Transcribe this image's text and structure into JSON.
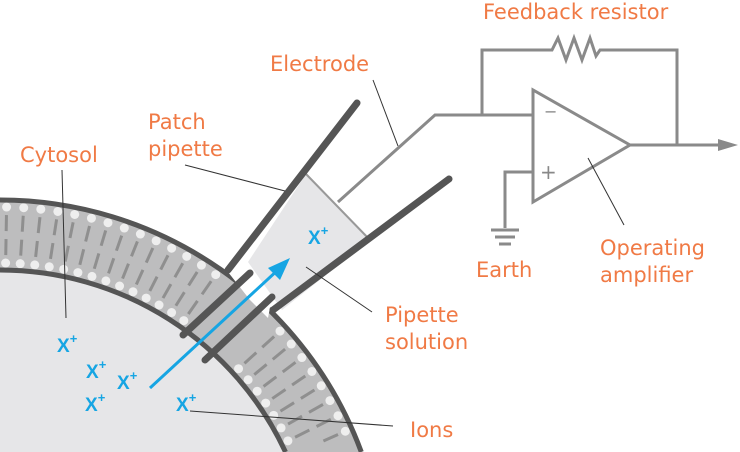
{
  "labels": {
    "feedback_resistor": "Feedback resistor",
    "electrode": "Electrode",
    "patch_pipette_line1": "Patch",
    "patch_pipette_line2": "pipette",
    "cytosol": "Cytosol",
    "earth": "Earth",
    "operating_amplifier_line1": "Operating",
    "operating_amplifier_line2": "amplifier",
    "pipette_solution_line1": "Pipette",
    "pipette_solution_line2": "solution",
    "ions": "Ions",
    "minus": "−",
    "plus": "+"
  },
  "ion": {
    "symbol": "X",
    "charge": "+"
  },
  "colors": {
    "label": "#f07a45",
    "ion": "#16a5e3",
    "wire": "#8a8a8a",
    "wall": "#555555",
    "membrane": "#bdbdbe",
    "cytosol": "#e6e6e8"
  }
}
